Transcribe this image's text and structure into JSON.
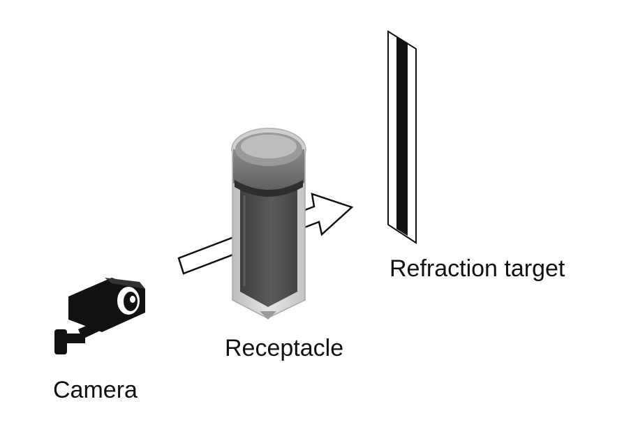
{
  "labels": {
    "refraction_target": "Refraction target",
    "receptacle": "Receptacle",
    "camera": "Camera"
  },
  "colors": {
    "background": "#ffffff",
    "outline": "#111111",
    "receptacle_fill": "#4d4d4d",
    "receptacle_shell": "#d4d4d4",
    "target_band": "#111111"
  },
  "icons": {
    "camera": "security-camera-icon",
    "light_path": "arrow-icon",
    "receptacle": "conical-tube-icon",
    "target": "striped-target-icon"
  }
}
